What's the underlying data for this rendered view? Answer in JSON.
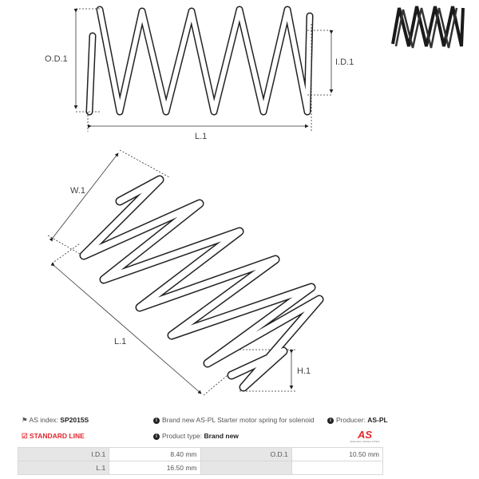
{
  "diagram_labels": {
    "od": "O.D.1",
    "id": "I.D.1",
    "l_top": "L.1",
    "w": "W.1",
    "l_bottom": "L.1",
    "h": "H.1"
  },
  "info": {
    "as_index_label": "AS index:",
    "as_index_value": "SP2015S",
    "standard_line": "STANDARD LINE",
    "description": "Brand new AS-PL Starter motor spring for solenoid",
    "product_type_label": "Product type:",
    "product_type_value": "Brand new",
    "producer_label": "Producer:",
    "producer_value": "AS-PL",
    "logo_text": "AS",
    "logo_tagline": "Alternators, Starters & Parts"
  },
  "specs": [
    {
      "k1": "I.D.1",
      "v1": "8.40 mm",
      "k2": "O.D.1",
      "v2": "10.50 mm"
    },
    {
      "k1": "L.1",
      "v1": "16.50 mm",
      "k2": "",
      "v2": ""
    }
  ],
  "colors": {
    "accent": "#e3262d"
  }
}
